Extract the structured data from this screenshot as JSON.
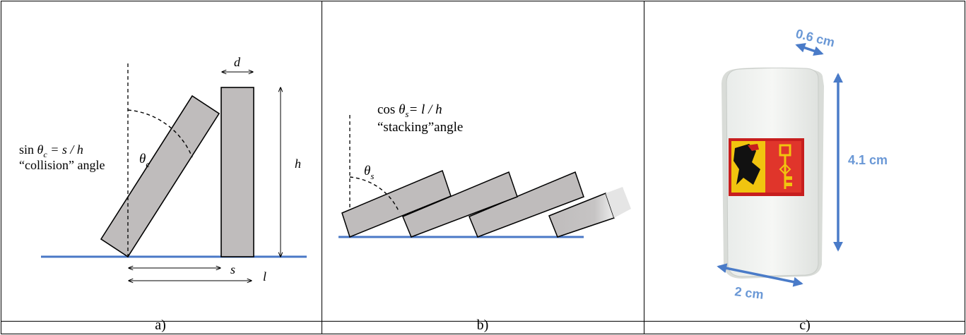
{
  "panel_a": {
    "caption": "a)",
    "formula_lhs": "sin ",
    "formula_theta": "θ",
    "formula_sub": "c",
    "formula_rhs": " = s / h",
    "angle_name": "“collision” angle",
    "angle_theta": "θ",
    "angle_sub": "c",
    "label_d": "d",
    "label_h": "h",
    "label_s": "s",
    "label_l": "l"
  },
  "panel_b": {
    "caption": "b)",
    "formula_lhs": "cos ",
    "formula_theta": "θ",
    "formula_sub": "s",
    "formula_rhs": "= l / h",
    "angle_name": "“stacking”angle",
    "angle_theta": "θ",
    "angle_sub": "s"
  },
  "panel_c": {
    "caption": "c)",
    "dim_thickness": "0.6 cm",
    "dim_height": "4.1 cm",
    "dim_width": "2 cm"
  },
  "colors": {
    "ground": "#4a78c6",
    "block_fill": "#bfbcbc",
    "dimension": "#4a7bc8",
    "dimension_text": "#6a98d6"
  }
}
